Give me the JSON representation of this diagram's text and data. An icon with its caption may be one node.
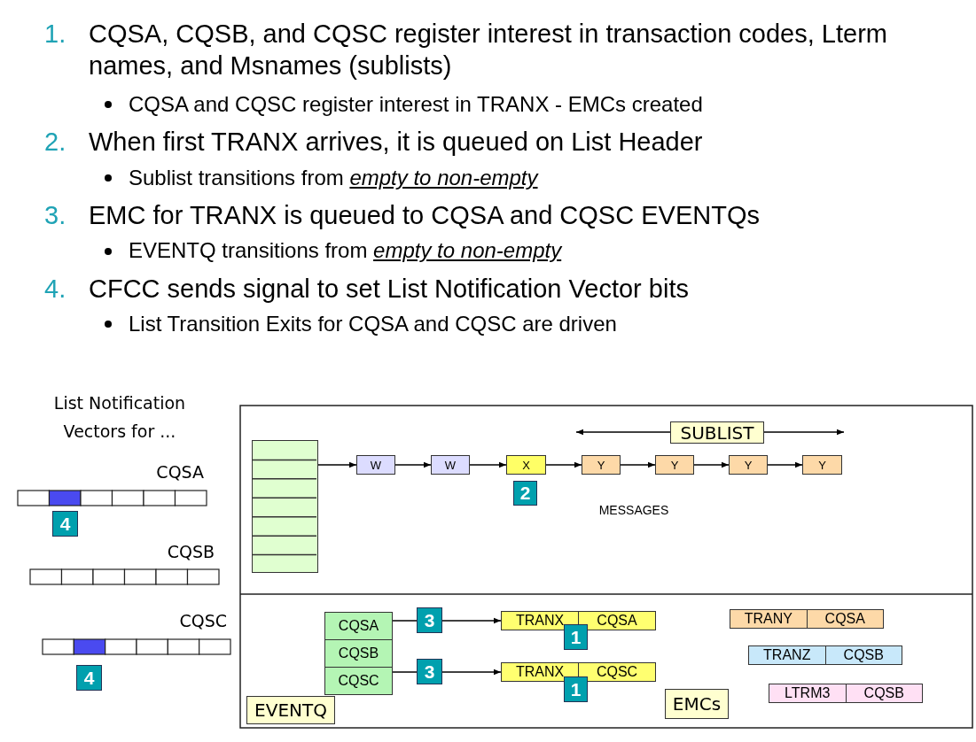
{
  "diagram": {
    "nodes": [
      {
        "text": [],
        "shape": "box"
      },
      {
        "text": [
          "W"
        ]
      },
      {
        "text": [
          "W"
        ]
      },
      {
        "text": [
          "X"
        ]
      },
      {
        "text": [
          "Y"
        ]
      },
      {
        "text": [
          "Y"
        ]
      },
      {
        "text": [
          "Y"
        ]
      },
      {
        "text": [
          "Y"
        ]
      },
      {
        "text": [
          "CQSA"
        ]
      },
      {
        "text": [
          "CQSB"
        ]
      },
      {
        "text": [
          "CQSC"
        ]
      },
      {
        "text": [
          "TRANX",
          "CQSA"
        ]
      },
      {
        "text": [
          "TRANX",
          "CQSC"
        ]
      },
      {
        "text": [
          "TRANY",
          "CQSA"
        ]
      },
      {
        "text": [
          "TRANZ",
          "CQSB"
        ]
      },
      {
        "text": [
          "LTRM3",
          "CQSB"
        ]
      }
    ],
    "edges": [
      {
        "from": 0,
        "to": 1,
        "arrow": "to"
      },
      {
        "from": 1,
        "to": 2,
        "arrow": "to"
      },
      {
        "from": 2,
        "to": 3,
        "arrow": "to"
      },
      {
        "from": 3,
        "to": 4,
        "arrow": "to"
      },
      {
        "from": 4,
        "to": 5,
        "arrow": "to"
      },
      {
        "from": 5,
        "to": 6,
        "arrow": "to"
      },
      {
        "from": 6,
        "to": 7,
        "arrow": "to"
      },
      {
        "from": 8,
        "to": 11,
        "arrow": "to",
        "label": "3"
      },
      {
        "from": 10,
        "to": 12,
        "arrow": "to",
        "label": "3"
      }
    ],
    "labels": [
      "1.",
      "CQSA, CQSB, and CQSC register interest in transaction codes, Lterm names, and Msnames (sublists)",
      "CQSA and CQSC register interest in TRANX - EMCs created",
      "2.",
      "When first TRANX arrives, it is queued on List Header",
      "Sublist transitions from *empty to non-empty*",
      "3.",
      "EMC for TRANX is queued to CQSA and CQSC EVENTQs",
      "EVENTQ transitions from *empty to non-empty*",
      "4.",
      "CFCC sends signal to set List Notification Vector bits",
      "List Transition Exits for CQSA and CQSC are driven",
      "List Notification Vectors for ...",
      "CQSA",
      "4",
      "CQSB",
      "CQSC",
      "4",
      "SUBLIST",
      "2",
      "MESSAGES",
      "1",
      "1",
      "EVENTQ",
      "EMCs"
    ]
  }
}
